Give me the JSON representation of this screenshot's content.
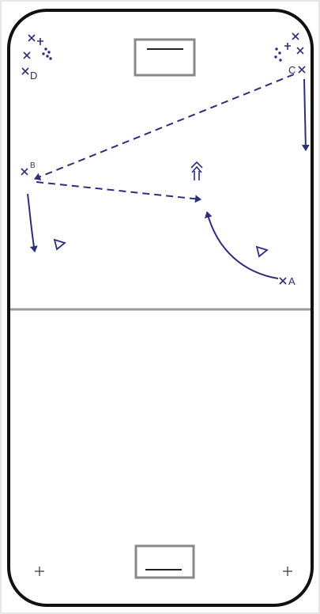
{
  "labels": {
    "a": "A",
    "b": "B",
    "c": "C",
    "d": "D"
  },
  "colors": {
    "ink": "#2c2f7a",
    "rink_border": "#111111",
    "goal_box": "#888888",
    "center_line": "#999999"
  },
  "icons": {
    "player": "x-mark",
    "cone": "triangle-cone",
    "shooter": "triple-chevron",
    "dot": "plus-mark"
  }
}
